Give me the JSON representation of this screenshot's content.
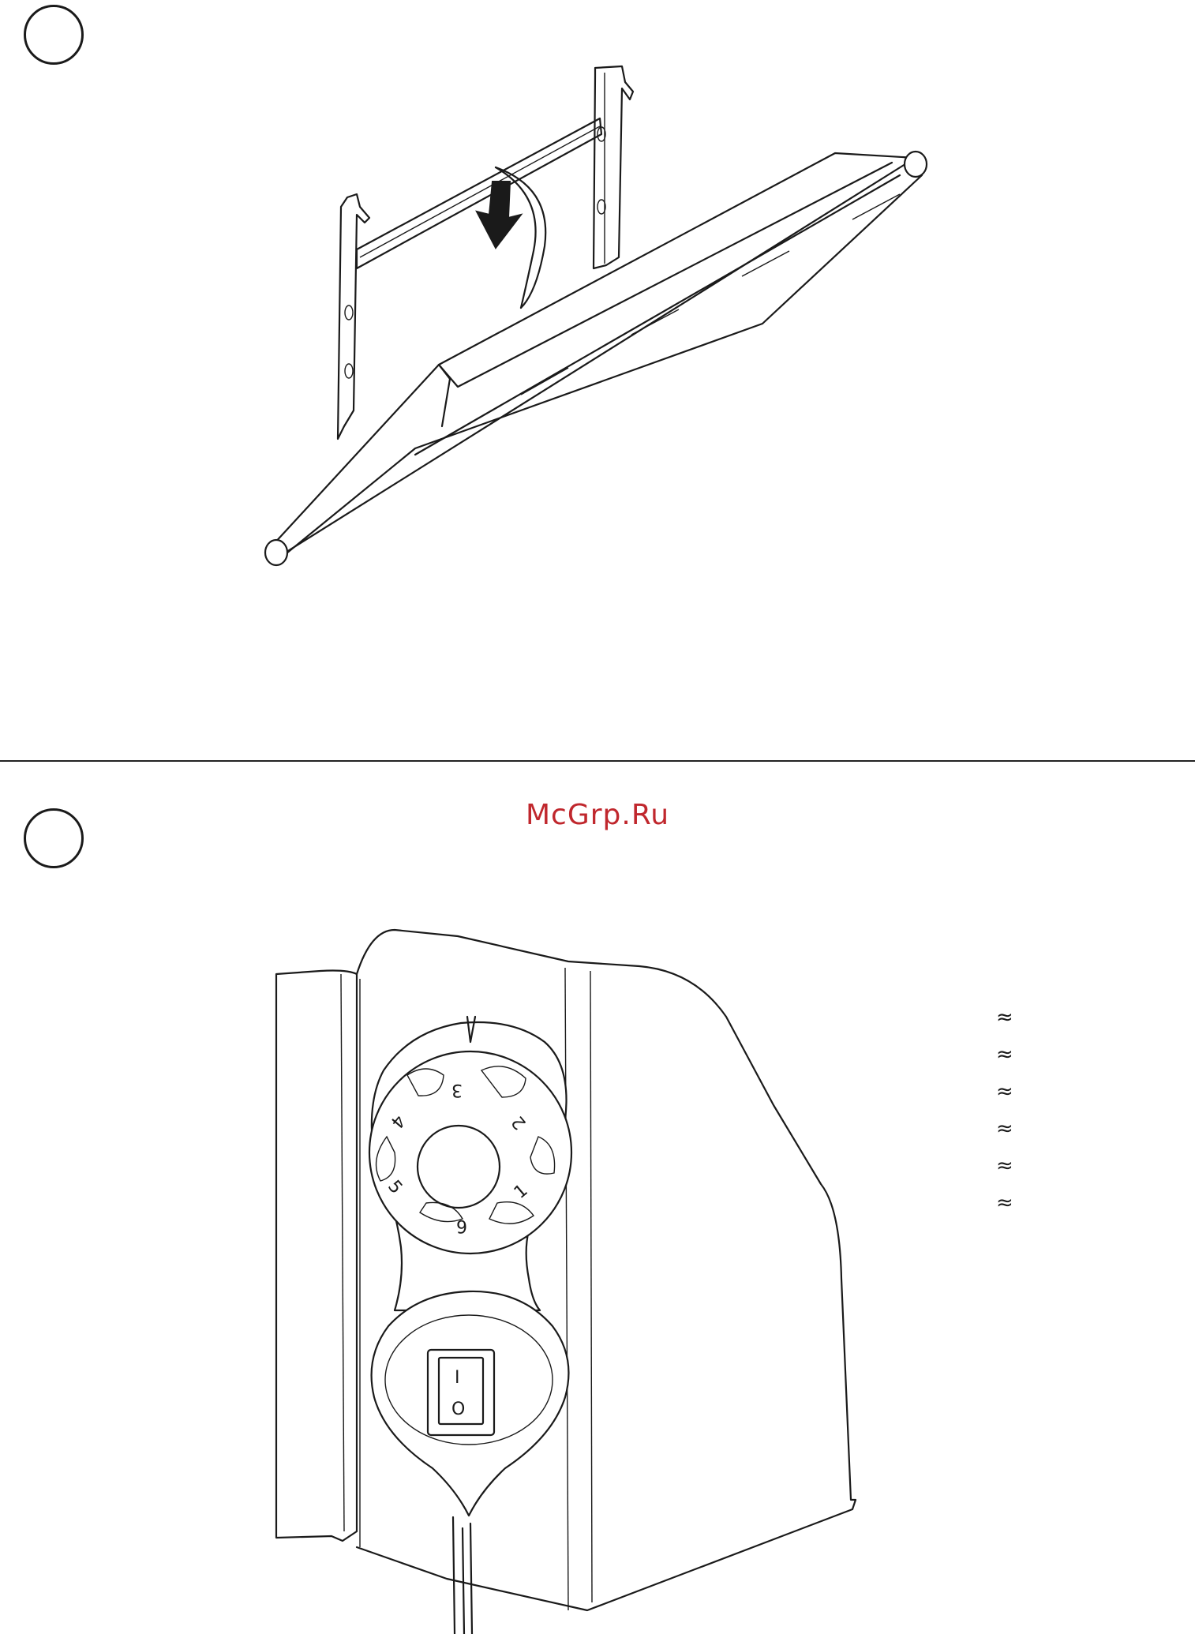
{
  "watermark": {
    "text": "McGrp.Ru",
    "color": "#c0272d"
  },
  "steps": [
    {
      "label": ""
    },
    {
      "label": ""
    }
  ],
  "dial": {
    "numbers": [
      "3",
      "2",
      "4",
      "1",
      "5",
      "6"
    ]
  },
  "switch": {
    "on_label": "I",
    "off_label": "O"
  },
  "waves": [
    "≈",
    "≈",
    "≈",
    "≈",
    "≈",
    "≈"
  ],
  "icons": [
    "down-arrow-icon",
    "wave-icon"
  ]
}
